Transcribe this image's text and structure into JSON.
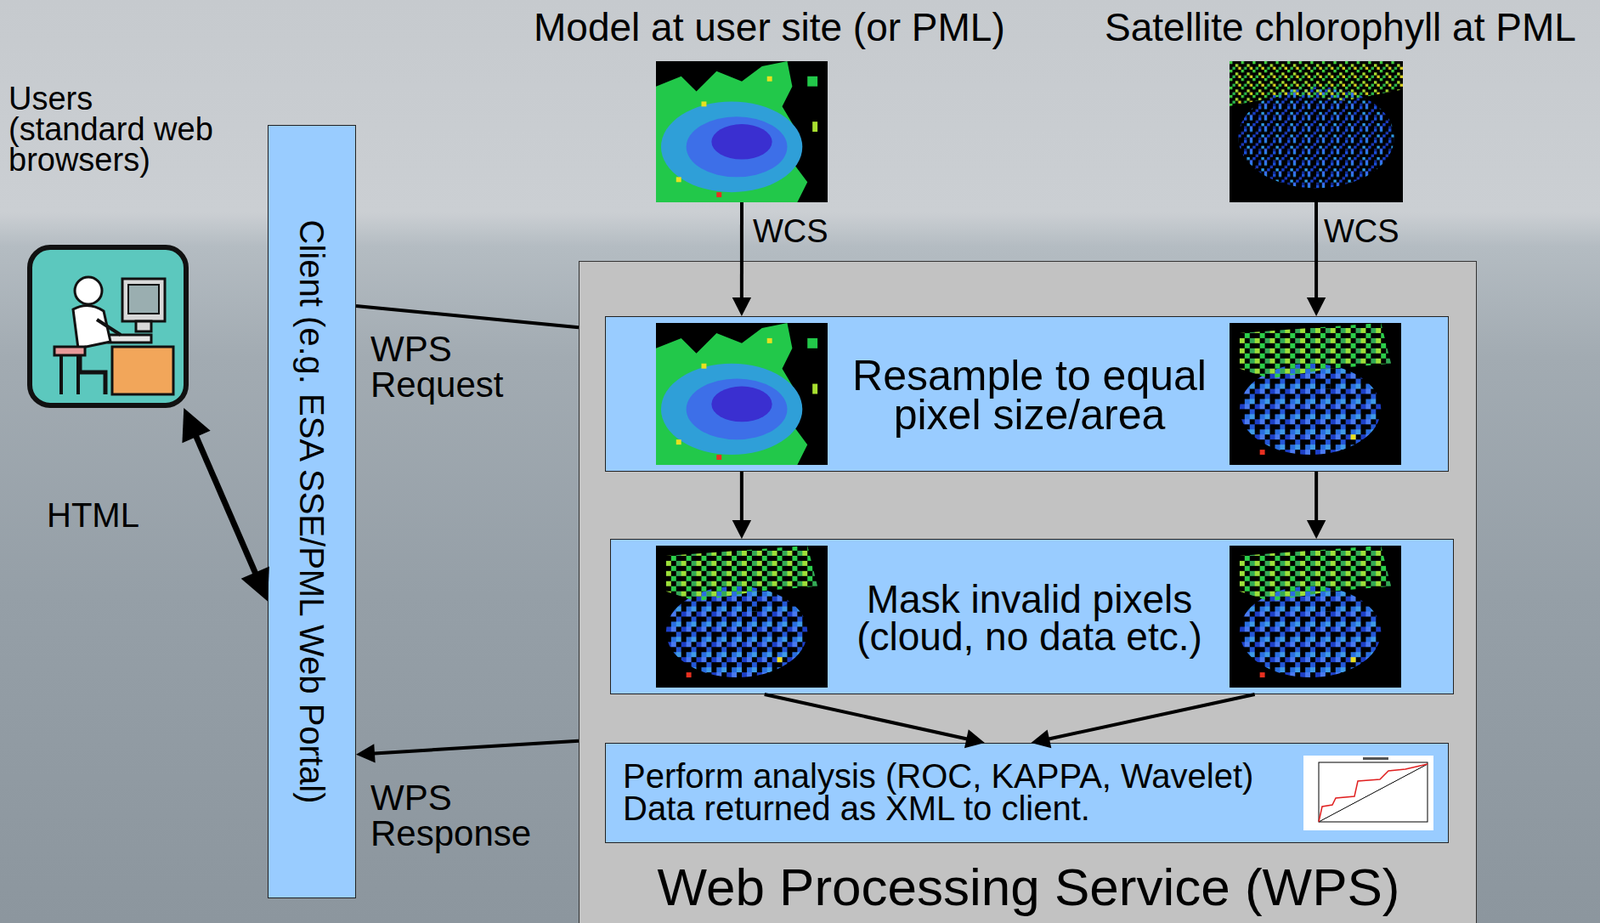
{
  "diagram": {
    "nodes": [
      {
        "text": [
          "Users (standard web browsers)"
        ]
      },
      {
        "text": [
          "Client (e.g. ESA SSE/PML Web Portal)"
        ]
      },
      {
        "text": [
          "Model at user site (or PML)"
        ]
      },
      {
        "text": [
          "Satellite chlorophyll at PML"
        ]
      },
      {
        "text": [
          "Web Processing Service (WPS)"
        ]
      },
      {
        "text": [
          "Resample to equal pixel size/area"
        ],
        "in": 4
      },
      {
        "text": [
          "Mask invalid pixels (cloud, no data etc.)"
        ],
        "in": 4
      },
      {
        "text": [
          "Perform analysis (ROC, KAPPA, Wavelet)",
          "Data returned as XML to client."
        ],
        "in": 4
      }
    ],
    "edges": [
      {
        "from": 0,
        "to": 1,
        "arrow": "both",
        "label": "HTML"
      },
      {
        "from": 1,
        "to": 4,
        "arrow": "none",
        "label": "WPS Request"
      },
      {
        "from": 4,
        "to": 1,
        "arrow": "to",
        "label": "WPS Response"
      },
      {
        "from": 2,
        "to": 5,
        "arrow": "to",
        "label": "WCS"
      },
      {
        "from": 3,
        "to": 5,
        "arrow": "to",
        "label": "WCS"
      },
      {
        "from": 5,
        "to": 6,
        "arrow": "to"
      },
      {
        "from": 5,
        "to": 6,
        "arrow": "to"
      },
      {
        "from": 6,
        "to": 7,
        "arrow": "to"
      },
      {
        "from": 6,
        "to": 7,
        "arrow": "to"
      }
    ]
  }
}
